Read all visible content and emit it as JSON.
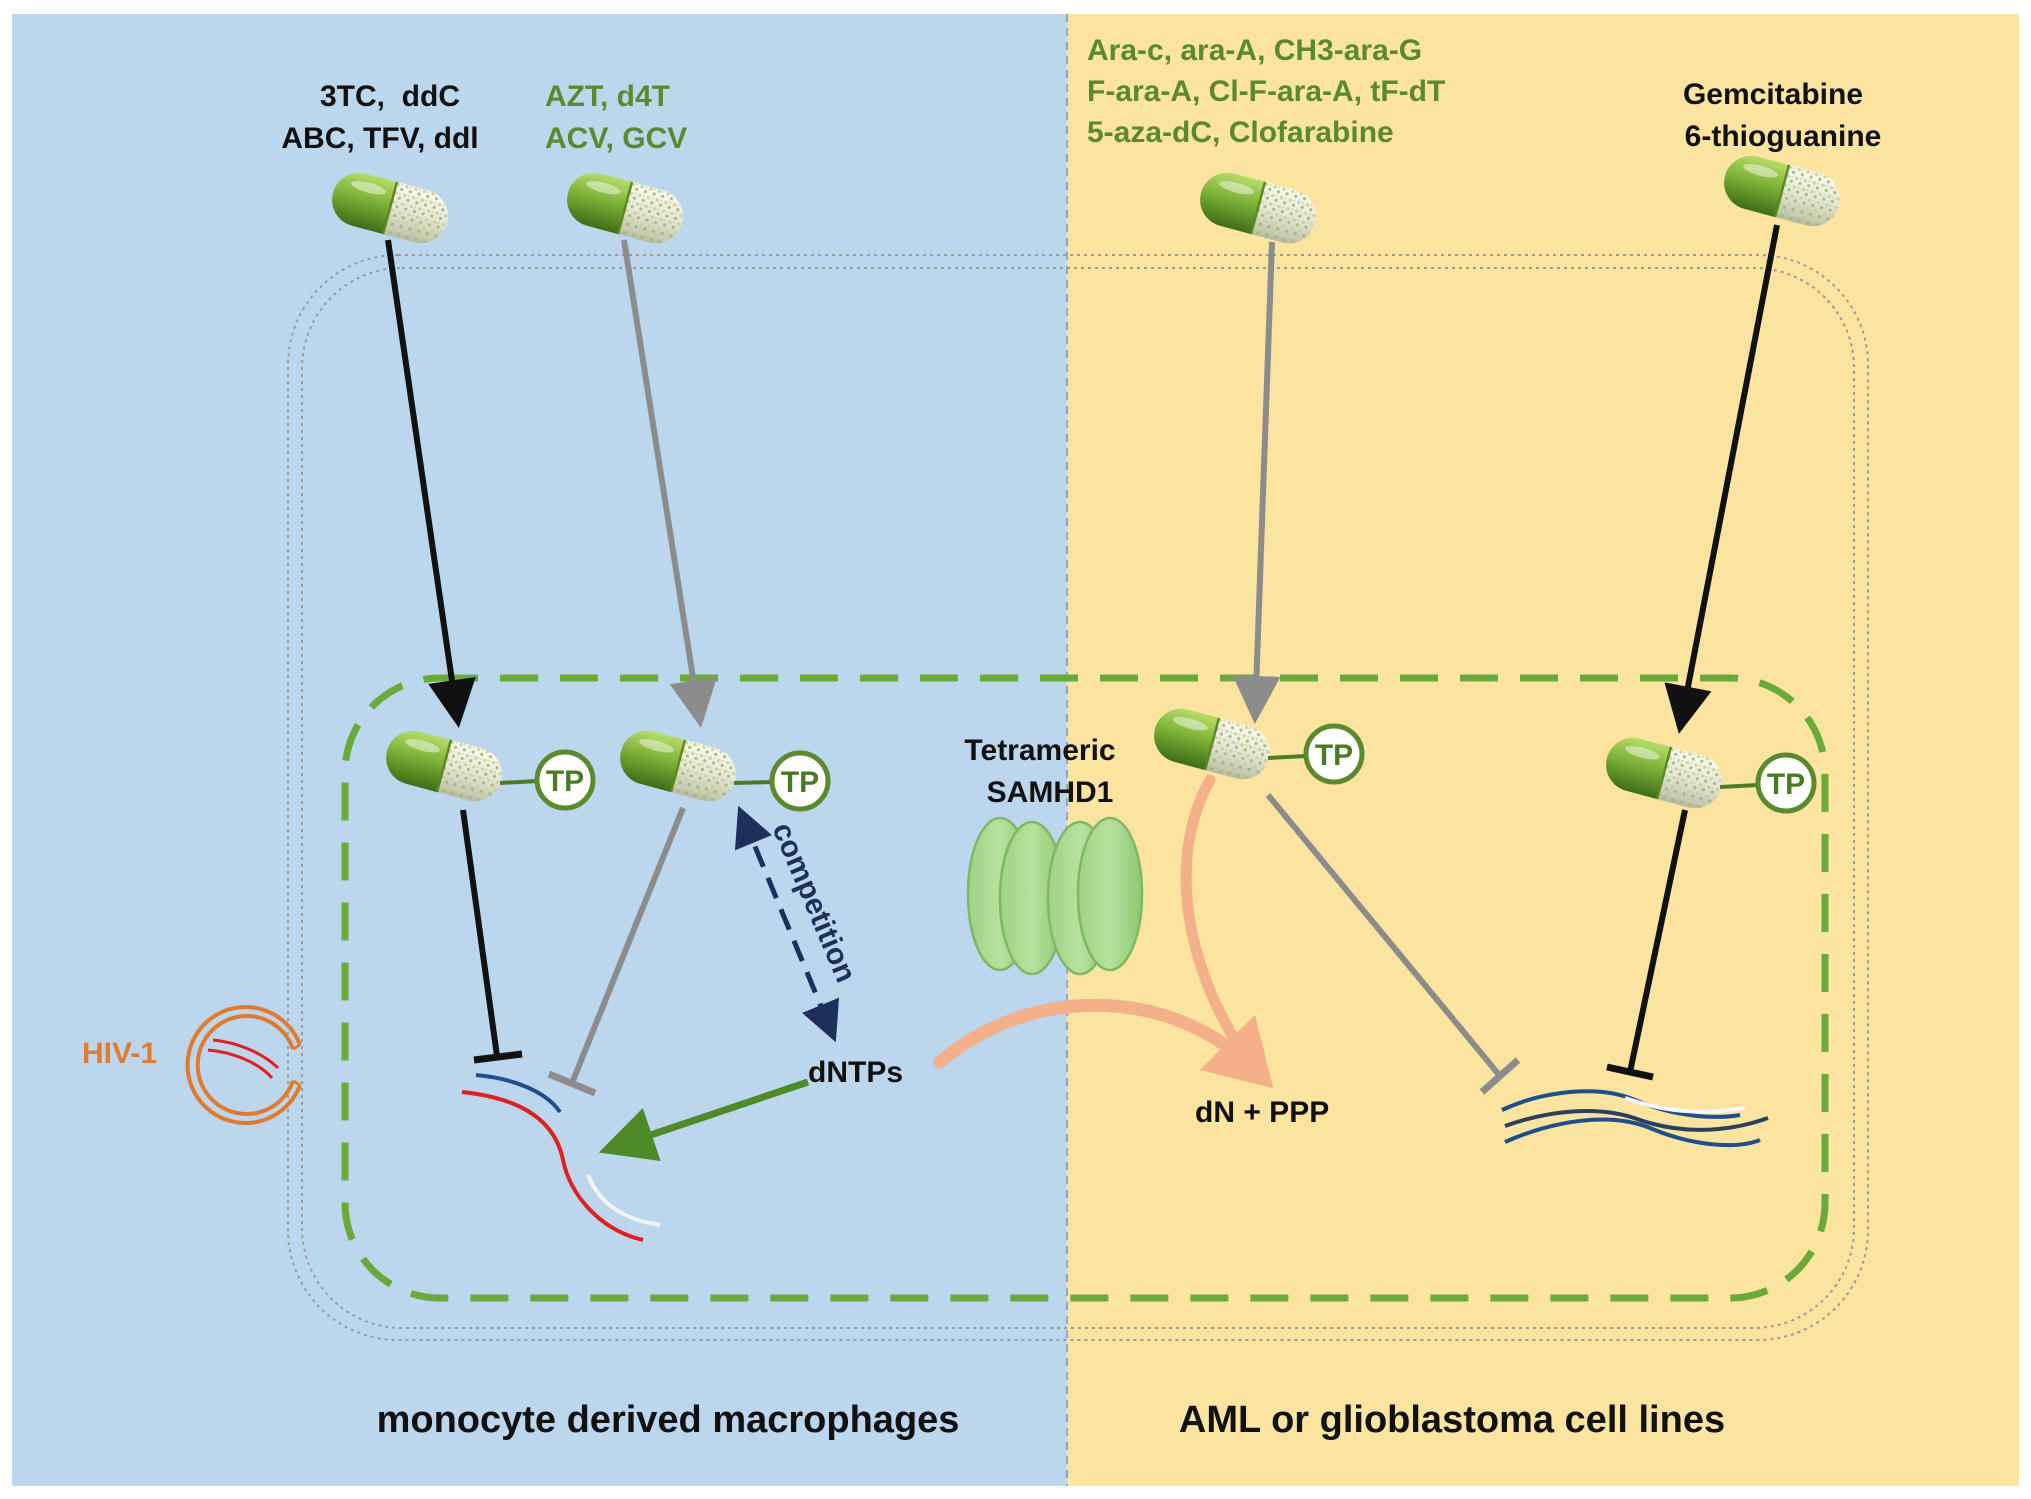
{
  "colors": {
    "left_bg": "#bcd6ee",
    "right_bg": "#fbe3a0",
    "green_text": "#5b8a2e",
    "black_text": "#111111",
    "hiv_orange": "#e07a2e",
    "dashed_green": "#6aaa3a",
    "arrow_gray": "#8c8c8c",
    "arrow_black": "#111111",
    "salmon": "#f4b08a",
    "navy": "#1f2f5c",
    "red_strand": "#e02020",
    "blue_strand": "#1f4e8c",
    "samhd1_green": "#a8d88a"
  },
  "groups": {
    "g1": {
      "line1": "3TC,  ddC",
      "line2": "ABC, TFV, ddl"
    },
    "g2": {
      "line1": "AZT, d4T",
      "line2": "ACV, GCV"
    },
    "g3": {
      "line1": "Ara-c, ara-A, CH3-ara-G",
      "line2": "F-ara-A, Cl-F-ara-A, tF-dT",
      "line3": "5-aza-dC, Clofarabine"
    },
    "g4": {
      "line1": "Gemcitabine",
      "line2": "6-thioguanine"
    }
  },
  "tp_label": "TP",
  "competition_label": "competition",
  "dntps_label": "dNTPs",
  "samhd1": {
    "line1": "Tetrameric",
    "line2": "SAMHD1"
  },
  "products_label": "dN + PPP",
  "hiv_label": "HIV-1",
  "left_panel_label": "monocyte derived macrophages",
  "right_panel_label": "AML or glioblastoma cell lines",
  "icons": [
    "capsule-icon",
    "tp-badge-icon",
    "samhd1-tetramer-icon",
    "hiv-virion-icon",
    "dna-strand-icon"
  ]
}
